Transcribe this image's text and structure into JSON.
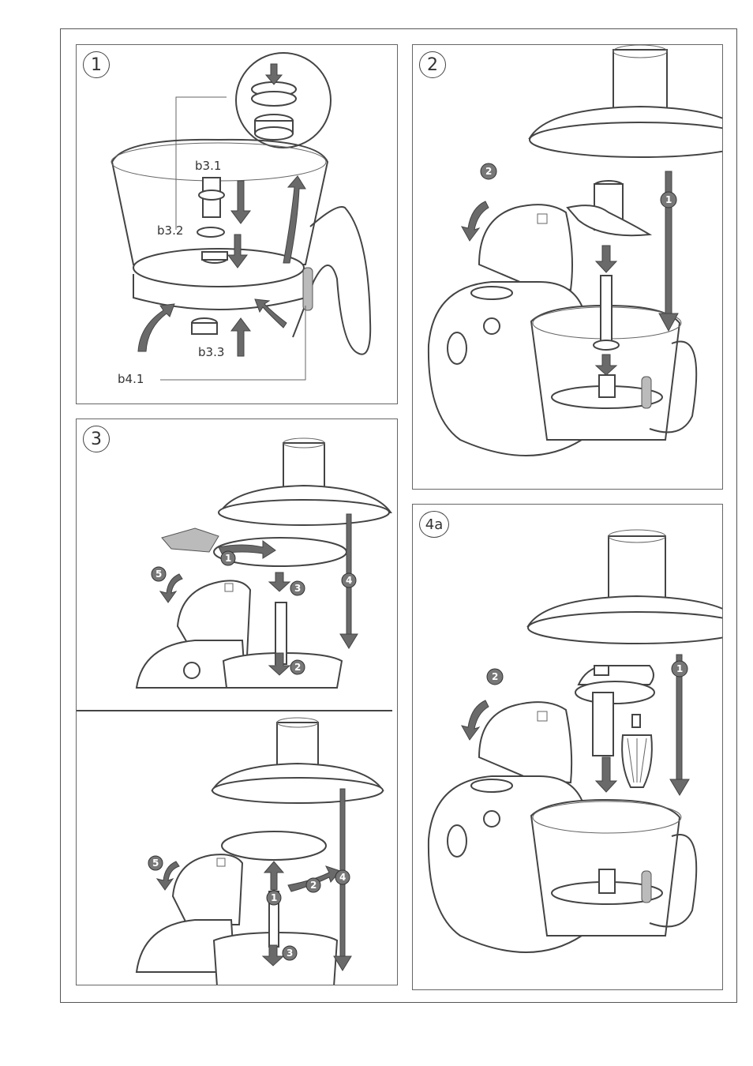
{
  "panels": {
    "p1": {
      "badge": "1",
      "labels": {
        "b31": "b3.1",
        "b32": "b3.2",
        "b33": "b3.3",
        "b41": "b4.1"
      }
    },
    "p2": {
      "badge": "2",
      "steps": [
        "2",
        "1"
      ]
    },
    "p3": {
      "badge": "3",
      "steps_top": [
        "5",
        "1",
        "3",
        "4",
        "2"
      ],
      "steps_bottom": [
        "5",
        "1",
        "2",
        "4",
        "3"
      ]
    },
    "p4": {
      "badge": "4a",
      "steps": [
        "2",
        "1"
      ]
    }
  }
}
